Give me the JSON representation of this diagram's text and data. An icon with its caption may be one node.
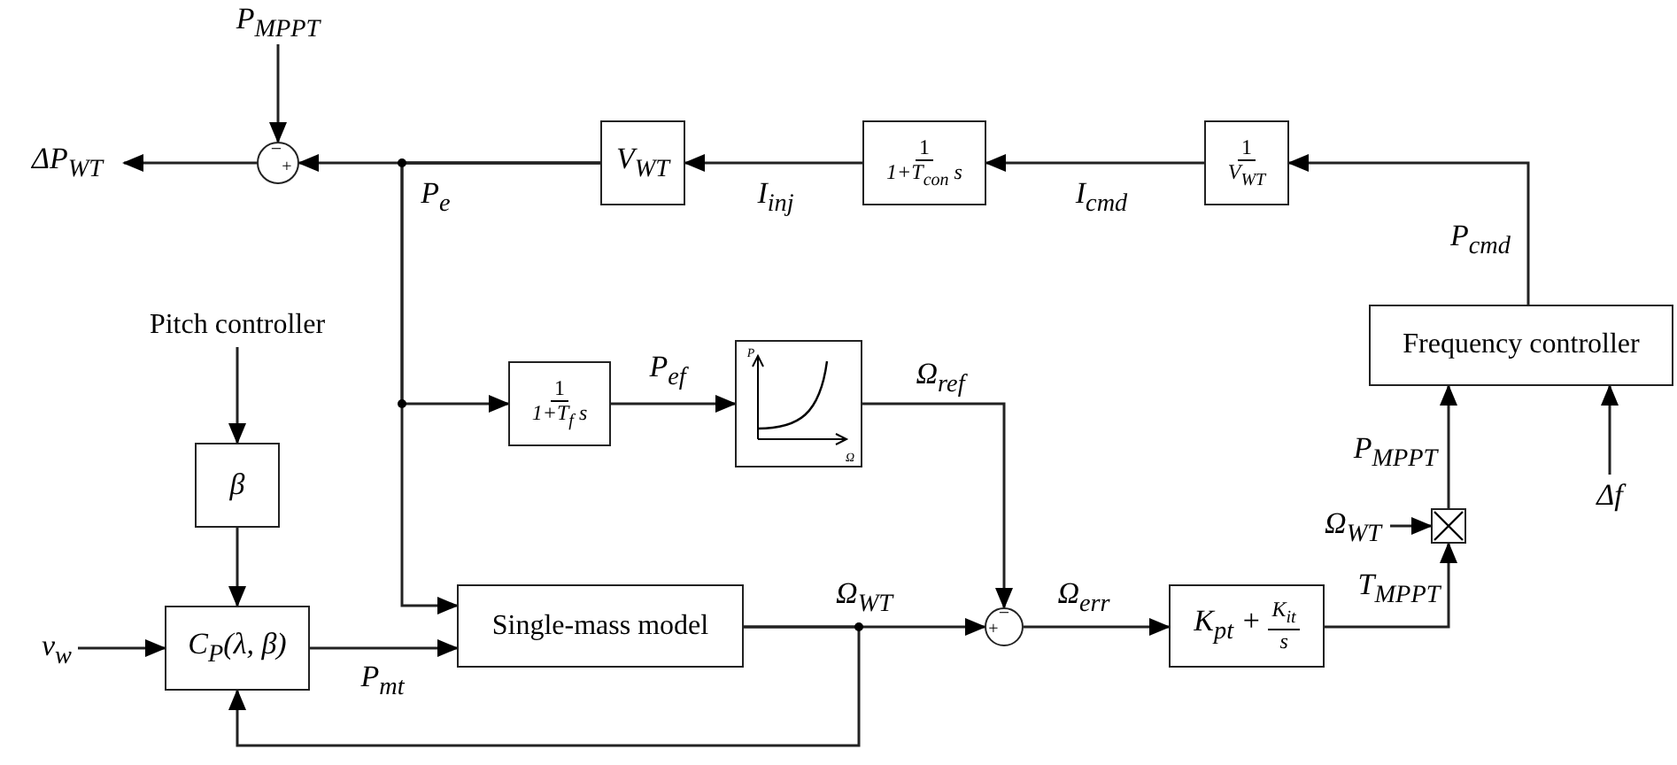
{
  "diagram": {
    "nodes": [
      {
        "text": [
          "P$_{MPPT}$"
        ]
      },
      {
        "text": [
          "ΔP$_{WT}$"
        ]
      },
      {
        "text": [],
        "shape": "circle"
      },
      {
        "text": [
          "V$_{WT}$"
        ]
      },
      {
        "text": [
          "1",
          "1+T$_{con}$ s"
        ]
      },
      {
        "text": [
          "1",
          "V$_{WT}$"
        ]
      },
      {
        "text": [
          "Frequency controller"
        ]
      },
      {
        "text": [
          "Pitch controller"
        ]
      },
      {
        "text": [
          "β"
        ]
      },
      {
        "text": [
          "C$_{P}$(λ, β)"
        ]
      },
      {
        "text": [
          "v$_{w}$"
        ]
      },
      {
        "text": [
          "1",
          "1+T$_{f}$ s"
        ]
      },
      {
        "text": [],
        "shape": "picture"
      },
      {
        "text": [
          "Single-mass model"
        ]
      },
      {
        "text": [],
        "shape": "circle"
      },
      {
        "text": [
          "K$_{pt}$ +",
          "K$_{it}$",
          "s"
        ]
      },
      {
        "text": [],
        "shape": "box"
      },
      {
        "text": [
          "Ω$_{WT}$"
        ]
      },
      {
        "text": [
          "Δf"
        ]
      }
    ],
    "edges": [
      {
        "from": 0,
        "to": 2,
        "arrow": "to"
      },
      {
        "from": 2,
        "to": 1,
        "arrow": "to"
      },
      {
        "from": 3,
        "to": 2,
        "arrow": "to",
        "label": "P$_{e}$"
      },
      {
        "from": 3,
        "to": 11,
        "arrow": "to"
      },
      {
        "from": 3,
        "to": 13,
        "arrow": "to"
      },
      {
        "from": 4,
        "to": 3,
        "arrow": "to",
        "label": "I$_{inj}$"
      },
      {
        "from": 5,
        "to": 4,
        "arrow": "to",
        "label": "I$_{cmd}$"
      },
      {
        "from": 6,
        "to": 5,
        "arrow": "to",
        "label": "P$_{cmd}$"
      },
      {
        "from": 7,
        "to": 8,
        "arrow": "to"
      },
      {
        "from": 8,
        "to": 9,
        "arrow": "to"
      },
      {
        "from": 10,
        "to": 9,
        "arrow": "to"
      },
      {
        "from": 9,
        "to": 13,
        "arrow": "to",
        "label": "P$_{mt}$"
      },
      {
        "from": 11,
        "to": 12,
        "arrow": "to",
        "label": "P$_{ef}$"
      },
      {
        "from": 12,
        "to": 14,
        "arrow": "to",
        "label": "Ω$_{ref}$"
      },
      {
        "from": 13,
        "to": 14,
        "arrow": "to",
        "label": "Ω$_{WT}$"
      },
      {
        "from": 13,
        "to": 9,
        "arrow": "to"
      },
      {
        "from": 14,
        "to": 15,
        "arrow": "to",
        "label": "Ω$_{err}$"
      },
      {
        "from": 15,
        "to": 16,
        "arrow": "to",
        "label": "T$_{MPPT}$"
      },
      {
        "from": 17,
        "to": 16,
        "arrow": "to"
      },
      {
        "from": 16,
        "to": 6,
        "arrow": "to",
        "label": "P$_{MPPT}$"
      },
      {
        "from": 18,
        "to": 6,
        "arrow": "to"
      }
    ],
    "labels": [
      "−",
      "+",
      "P",
      "Ω",
      "−",
      "+"
    ]
  }
}
